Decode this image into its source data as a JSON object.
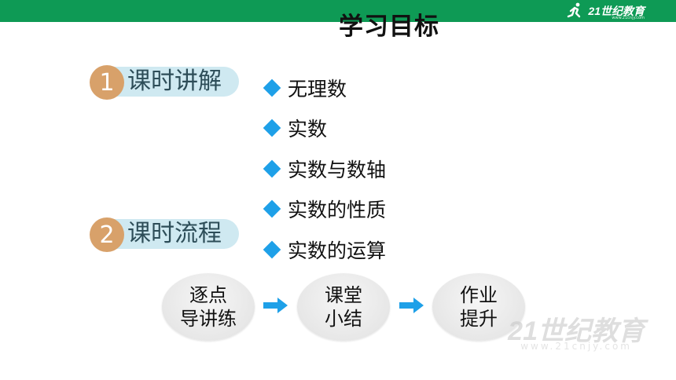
{
  "header": {
    "title": "学习目标",
    "brand": "21世纪教育",
    "brand_url": "www.21cnjy.com",
    "bar_color": "#0e9a55"
  },
  "sections": [
    {
      "number": "1",
      "label": "课时讲解"
    },
    {
      "number": "2",
      "label": "课时流程"
    }
  ],
  "topics": [
    "无理数",
    "实数",
    "实数与数轴",
    "实数的性质",
    "实数的运算"
  ],
  "flow": [
    {
      "line1": "逐点",
      "line2": "导讲练"
    },
    {
      "line1": "课堂",
      "line2": "小结"
    },
    {
      "line1": "作业",
      "line2": "提升"
    }
  ],
  "watermark": {
    "text": "21世纪教育",
    "url": "www.21cnjy.com"
  },
  "colors": {
    "accent": "#1ea0e8",
    "number_circle": "#d8a16a",
    "pill": "#cfe9f1"
  },
  "icons": {
    "bullet": "diamond-icon",
    "flow_connector": "arrow-right-icon",
    "brand": "runner-logo-icon"
  }
}
